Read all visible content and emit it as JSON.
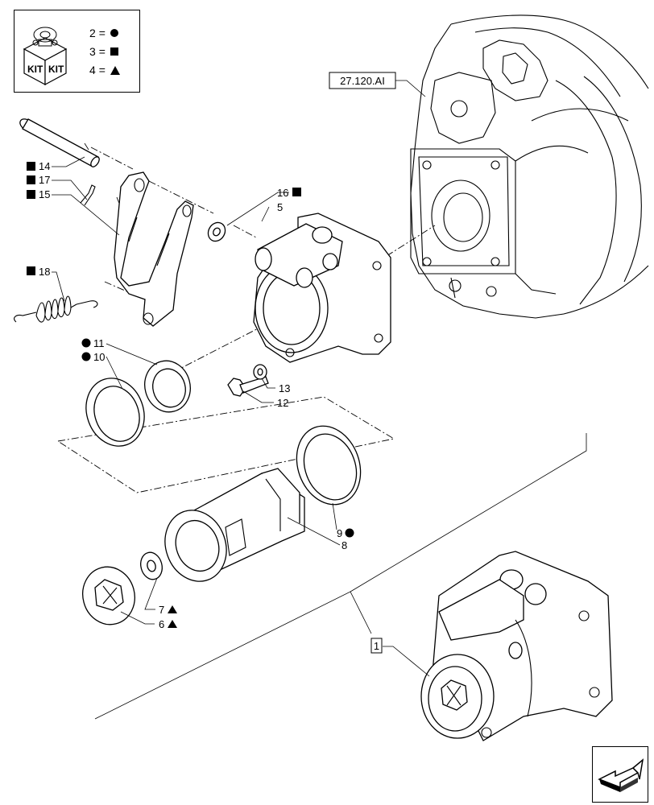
{
  "kit_legend": {
    "icon_label_left": "KIT",
    "icon_label_right": "KIT",
    "rows": [
      {
        "number": "2",
        "equals": "=",
        "symbol": "circle-icon"
      },
      {
        "number": "3",
        "equals": "=",
        "symbol": "square-icon"
      },
      {
        "number": "4",
        "equals": "=",
        "symbol": "triangle-icon"
      }
    ]
  },
  "reference_label": "27.120.AI",
  "callouts": {
    "c1": "1",
    "c5": "5",
    "c6": "6",
    "c7": "7",
    "c8": "8",
    "c9": "9",
    "c10": "10",
    "c11": "11",
    "c12": "12",
    "c13": "13",
    "c14": "14",
    "c15": "15",
    "c16": "16",
    "c17": "17",
    "c18": "18"
  },
  "nav_button": {
    "icon": "arrow-icon"
  }
}
